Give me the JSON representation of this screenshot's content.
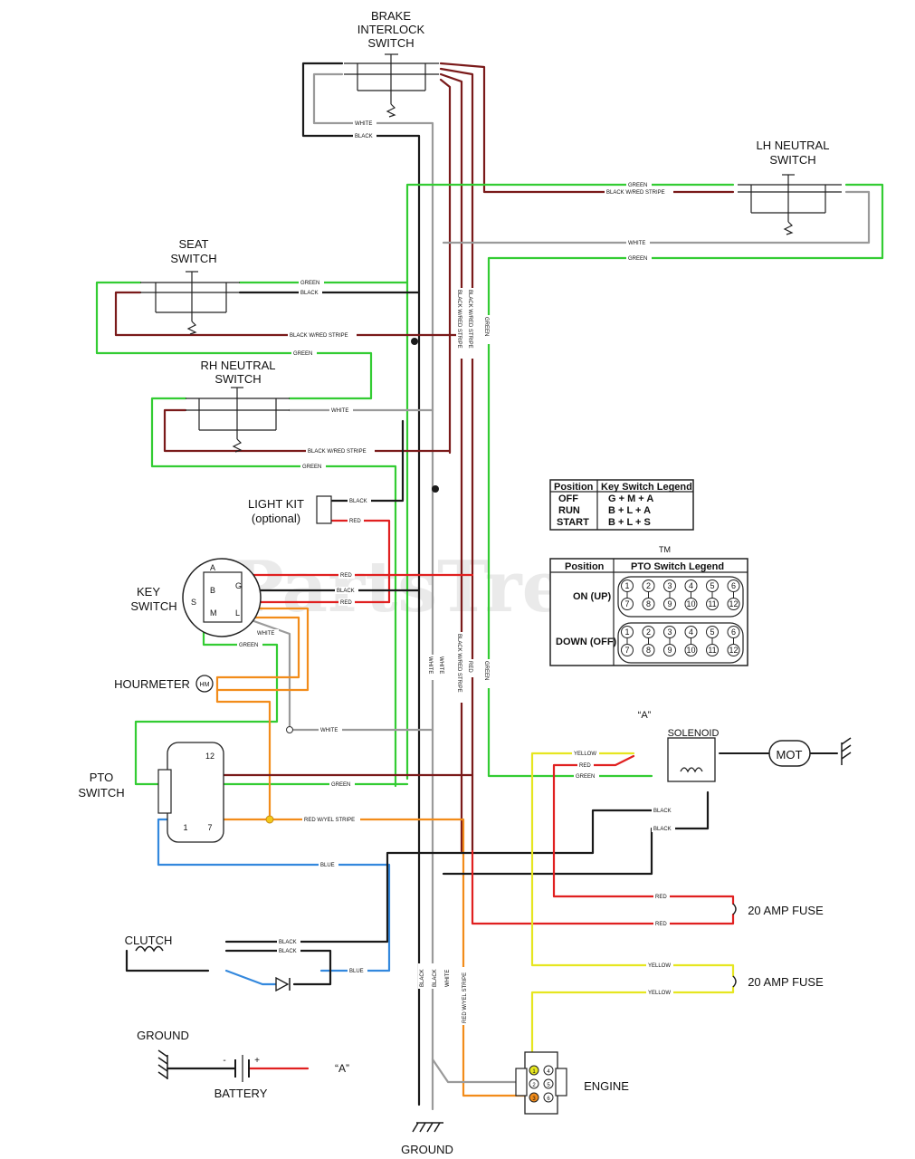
{
  "labels": {
    "brake_switch": [
      "BRAKE",
      "INTERLOCK",
      "SWITCH"
    ],
    "lh_switch": [
      "LH NEUTRAL",
      "SWITCH"
    ],
    "seat_switch": [
      "SEAT",
      "SWITCH"
    ],
    "rh_switch": [
      "RH NEUTRAL",
      "SWITCH"
    ],
    "light_kit": [
      "LIGHT KIT",
      "(optional)"
    ],
    "key_switch": [
      "KEY",
      "SWITCH"
    ],
    "hourmeter": "HOURMETER",
    "hourmeter_symbol": "HM",
    "pto_switch": [
      "PTO",
      "SWITCH"
    ],
    "clutch": "CLUTCH",
    "ground_left": "GROUND",
    "battery": "BATTERY",
    "ground_bottom": "GROUND",
    "engine": "ENGINE",
    "solenoid": "SOLENOID",
    "solenoid_ref": "“A”",
    "battery_ref": "“A”",
    "motor": "MOT",
    "fuse_red": "20 AMP FUSE",
    "fuse_yellow": "20 AMP FUSE",
    "battery_minus": "-",
    "battery_plus": "+",
    "watermark": "PartsTree",
    "trademark": "TM"
  },
  "key_terminals": [
    "A",
    "B",
    "G",
    "S",
    "M",
    "L"
  ],
  "wire_labels": {
    "white": "WHITE",
    "black": "BLACK",
    "green": "GREEN",
    "red": "RED",
    "blue": "BLUE",
    "yellow": "YELLOW",
    "black_red": "BLACK W/RED STRIPE",
    "red_yel": "RED W/YEL STRIPE",
    "red_yel_v": "RED W/YEL STRIPE"
  },
  "key_legend": {
    "headers": [
      "Position",
      "Key Switch Legend"
    ],
    "rows": [
      [
        "OFF",
        "G + M + A"
      ],
      [
        "RUN",
        "B + L + A"
      ],
      [
        "START",
        "B + L + S"
      ]
    ]
  },
  "pto_legend": {
    "headers": [
      "Position",
      "PTO Switch Legend"
    ],
    "rows": [
      {
        "position": "ON (UP)",
        "pairs": [
          [
            "1",
            "7"
          ],
          [
            "2",
            "8"
          ],
          [
            "3",
            "9"
          ],
          [
            "4",
            "10"
          ],
          [
            "5",
            "11"
          ],
          [
            "6",
            "12"
          ]
        ]
      },
      {
        "position": "DOWN (OFF)",
        "pairs": [
          [
            "1",
            "7"
          ],
          [
            "2",
            "8"
          ],
          [
            "3",
            "9"
          ],
          [
            "4",
            "10"
          ],
          [
            "5",
            "11"
          ],
          [
            "6",
            "12"
          ]
        ]
      }
    ]
  },
  "engine_pins": [
    "1",
    "2",
    "3",
    "4",
    "5",
    "6"
  ],
  "pto_pins": [
    "1",
    "7",
    "12"
  ],
  "colors": {
    "black": "#1a1a1a",
    "white_wire": "#9a9a9a",
    "green": "#33cc33",
    "red": "#e02020",
    "dark_red": "#7a1a1a",
    "blue": "#3388dd",
    "yellow": "#e6e620",
    "orange": "#f28c1a"
  }
}
